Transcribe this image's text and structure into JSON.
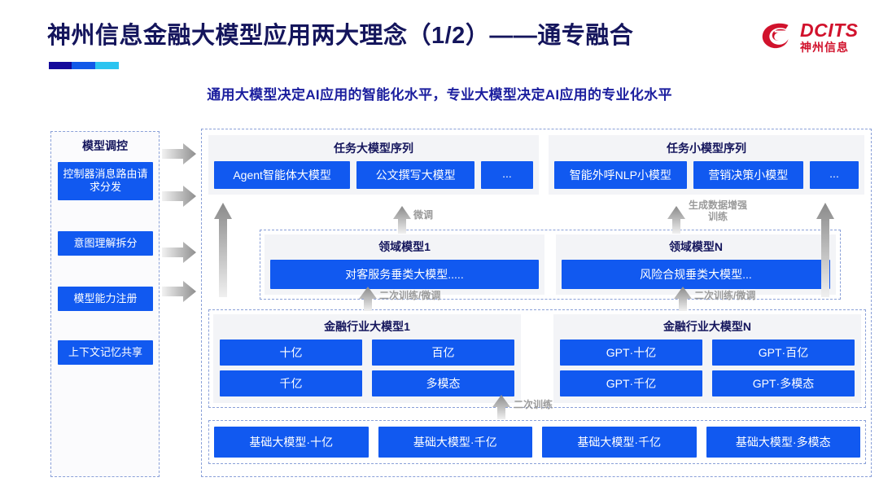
{
  "header": {
    "title": "神州信息金融大模型应用两大理念（1/2）——通专融合",
    "subtitle": "通用大模型决定AI应用的智能化水平，专业大模型决定AI应用的专业化水平",
    "accent_dark": "#14099b",
    "accent_mid": "#1159e8",
    "accent_light": "#2bc4f0",
    "title_color": "#14155c"
  },
  "logo": {
    "en": "DCITS",
    "cn": "神州信息",
    "color": "#d1122c"
  },
  "control_panel": {
    "title": "模型调控",
    "items": [
      {
        "label": "控制器消息路由请求分发"
      },
      {
        "label": "意图理解拆分"
      },
      {
        "label": "模型能力注册"
      },
      {
        "label": "上下文记忆共享"
      }
    ]
  },
  "task_models": {
    "big": {
      "title": "任务大模型序列",
      "chips": [
        "Agent智能体大模型",
        "公文撰写大模型",
        "..."
      ]
    },
    "small": {
      "title": "任务小模型序列",
      "chips": [
        "智能外呼NLP小模型",
        "营销决策小模型",
        "..."
      ]
    }
  },
  "domain_models": [
    {
      "title": "领域模型1",
      "box": "对客服务垂类大模型....."
    },
    {
      "title": "领域模型N",
      "box": "风险合规垂类大模型..."
    }
  ],
  "industry_models": [
    {
      "title": "金融行业大模型1",
      "boxes": [
        "十亿",
        "百亿",
        "千亿",
        "多模态"
      ]
    },
    {
      "title": "金融行业大模型N",
      "boxes": [
        "GPT·十亿",
        "GPT·百亿",
        "GPT·千亿",
        "GPT·多模态"
      ]
    }
  ],
  "base_models": [
    "基础大模型·十亿",
    "基础大模型·千亿",
    "基础大模型·千亿",
    "基础大模型·多模态"
  ],
  "arrow_labels": {
    "fine_tune": "微调",
    "data_augment": "生成数据增强\n训练",
    "data_augment_line1": "生成数据增强",
    "data_augment_line2": "训练",
    "retrain_finetune_left": "二次训练/微调",
    "retrain_finetune_right": "二次训练/微调",
    "retrain": "二次训练"
  },
  "colors": {
    "chip_blue": "#1159f0",
    "panel_gray": "#f3f4f7",
    "dashed_border": "#8aa0d8",
    "arrow_gray": "#9a9a9a"
  }
}
